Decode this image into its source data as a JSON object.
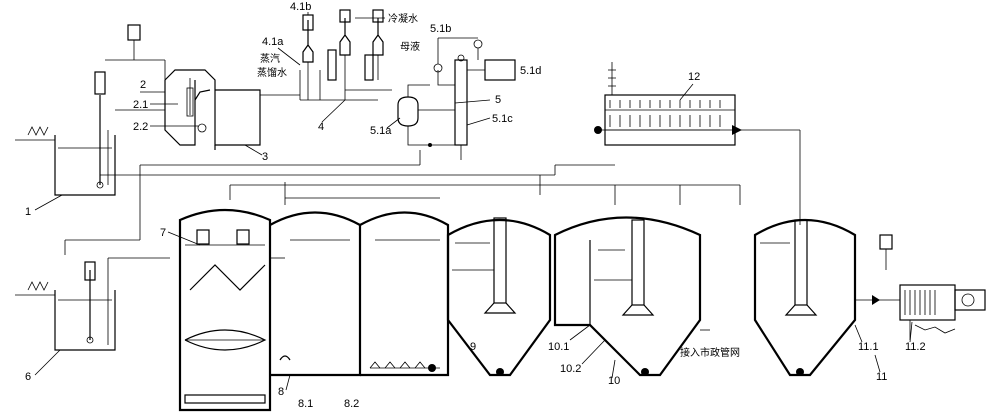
{
  "labels": {
    "l1": "1",
    "l2": "2",
    "l2_1": "2.1",
    "l2_2": "2.2",
    "l3": "3",
    "l4": "4",
    "l4_1a": "4.1a",
    "l4_1b": "4.1b",
    "steam": "蒸汽",
    "condensate": "蒸馏水",
    "cooling_water": "冷凝水",
    "mother_liquor": "母液",
    "l5": "5",
    "l5_1a": "5.1a",
    "l5_1b": "5.1b",
    "l5_1c": "5.1c",
    "l5_1d": "5.1d",
    "l6": "6",
    "l7": "7",
    "l8": "8",
    "l8_1": "8.1",
    "l8_2": "8.2",
    "l9": "9",
    "l10": "10",
    "l10_1": "10.1",
    "l10_2": "10.2",
    "l11": "11",
    "l11_1": "11.1",
    "l11_2": "11.2",
    "l12": "12",
    "municipal": "接入市政管网"
  }
}
